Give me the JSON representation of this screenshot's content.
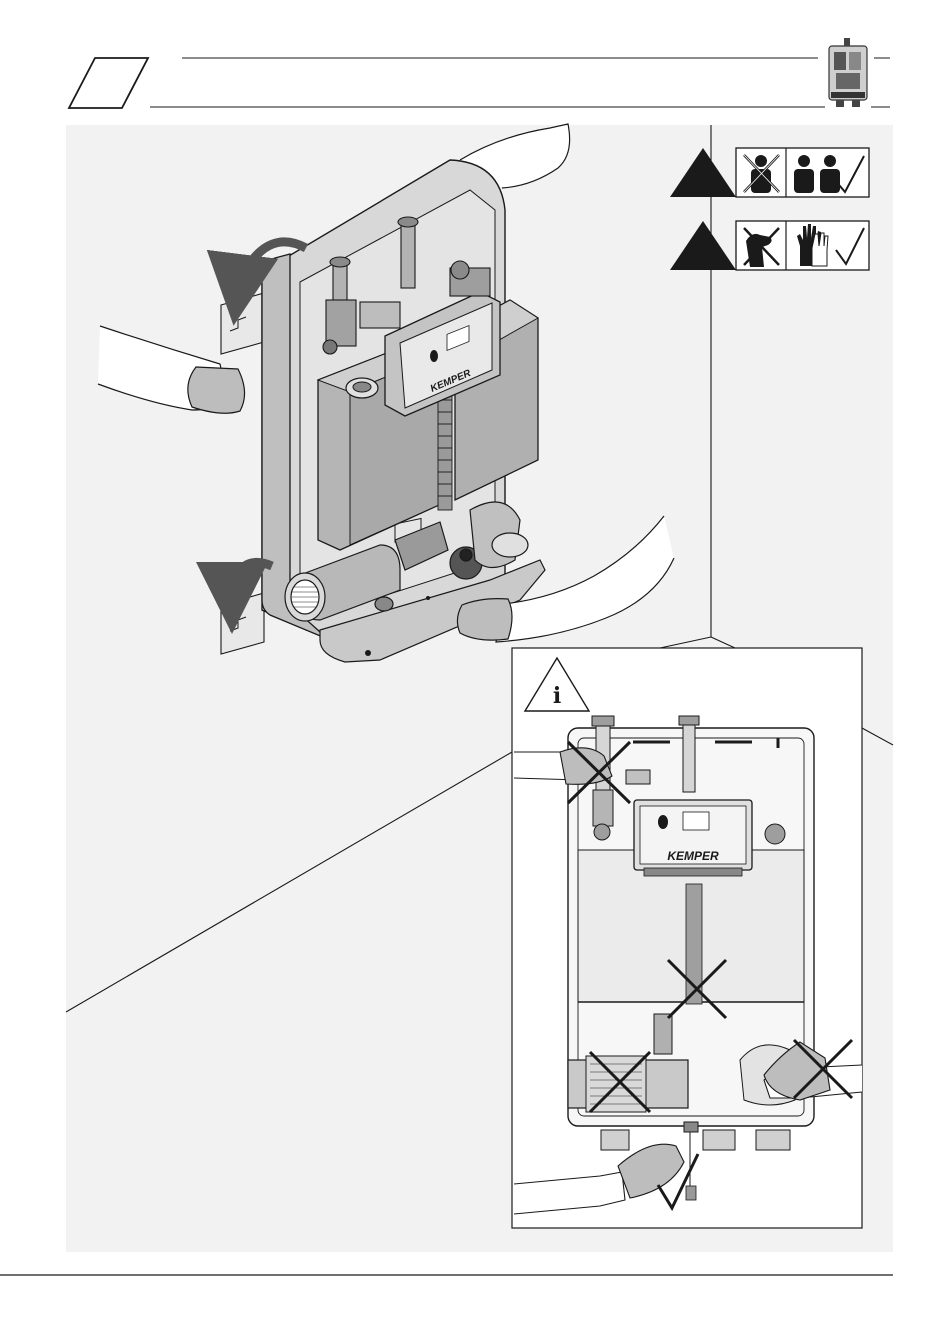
{
  "controller": {
    "brand": "KEMPER"
  },
  "detail_panel": {
    "info_letter": "i"
  },
  "icons": {
    "step_marker": "blank-parallelogram",
    "product_thumbnail": "station-thumbnail-icon",
    "two_person_warning": "two-person-lift-icon",
    "glove_warning": "protective-gloves-icon",
    "info_notice": "info-triangle-icon",
    "wrong_grip": "cross-mark-icon",
    "correct_grip": "check-mark-icon",
    "rotate_tilt": "curved-arrow-icon"
  },
  "colors": {
    "panel_bg": "#f2f2f2",
    "line": "#1a1a1a",
    "unit_body": "#d3d3d3",
    "unit_dark": "#a8a8a8"
  }
}
